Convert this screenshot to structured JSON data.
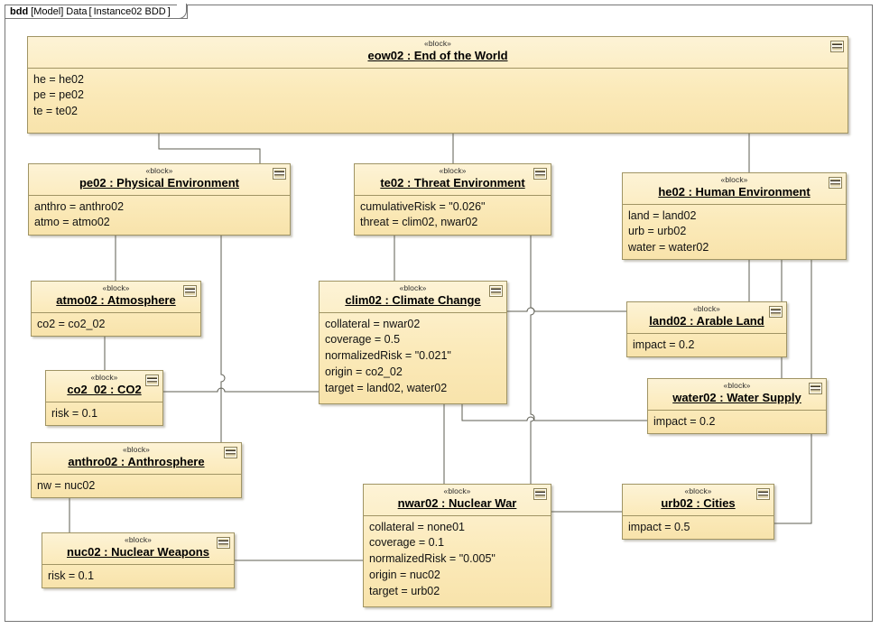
{
  "frame": {
    "keyword": "bdd",
    "package": "[Model] Data",
    "open_bracket": "[",
    "diagram_name": "Instance02 BDD",
    "close_bracket": "]"
  },
  "stereotype": "«block»",
  "icon_name": "block-compartment-icon",
  "colors": {
    "block_fill": "#fbeec4",
    "block_border": "#a09464",
    "connector": "#5c5c52",
    "frame_border": "#767676",
    "canvas": "#ffffff"
  },
  "blocks": [
    {
      "id": "eow02",
      "stereotype": "«block»",
      "title": "eow02 : End of the World",
      "attrs": [
        "he = he02",
        "pe = pe02",
        "te = te02"
      ]
    },
    {
      "id": "pe02",
      "stereotype": "«block»",
      "title": "pe02 : Physical Environment",
      "attrs": [
        "anthro = anthro02",
        "atmo = atmo02"
      ]
    },
    {
      "id": "te02",
      "stereotype": "«block»",
      "title": "te02 : Threat Environment",
      "attrs": [
        "cumulativeRisk = \"0.026\"",
        "threat = clim02, nwar02"
      ]
    },
    {
      "id": "he02",
      "stereotype": "«block»",
      "title": "he02 : Human Environment",
      "attrs": [
        "land = land02",
        "urb = urb02",
        "water = water02"
      ]
    },
    {
      "id": "atmo02",
      "stereotype": "«block»",
      "title": "atmo02 : Atmosphere",
      "attrs": [
        "co2 = co2_02"
      ]
    },
    {
      "id": "clim02",
      "stereotype": "«block»",
      "title": "clim02 : Climate Change",
      "attrs": [
        "collateral = nwar02",
        "coverage = 0.5",
        "normalizedRisk = \"0.021\"",
        "origin = co2_02",
        "target = land02, water02"
      ]
    },
    {
      "id": "land02",
      "stereotype": "«block»",
      "title": "land02 : Arable Land",
      "attrs": [
        "impact = 0.2"
      ]
    },
    {
      "id": "co2_02",
      "stereotype": "«block»",
      "title": "co2_02 : CO2",
      "attrs": [
        "risk = 0.1"
      ]
    },
    {
      "id": "water02",
      "stereotype": "«block»",
      "title": "water02 : Water Supply",
      "attrs": [
        "impact = 0.2"
      ]
    },
    {
      "id": "anthro02",
      "stereotype": "«block»",
      "title": "anthro02 : Anthrosphere",
      "attrs": [
        "nw = nuc02"
      ]
    },
    {
      "id": "nwar02",
      "stereotype": "«block»",
      "title": "nwar02 : Nuclear War",
      "attrs": [
        "collateral = none01",
        "coverage = 0.1",
        "normalizedRisk = \"0.005\"",
        "origin = nuc02",
        "target = urb02"
      ]
    },
    {
      "id": "urb02",
      "stereotype": "«block»",
      "title": "urb02 : Cities",
      "attrs": [
        "impact = 0.5"
      ]
    },
    {
      "id": "nuc02",
      "stereotype": "«block»",
      "title": "nuc02 : Nuclear Weapons",
      "attrs": [
        "risk = 0.1"
      ]
    }
  ],
  "connections": [
    {
      "from": "eow02",
      "to": "pe02"
    },
    {
      "from": "eow02",
      "to": "te02"
    },
    {
      "from": "eow02",
      "to": "he02"
    },
    {
      "from": "pe02",
      "to": "atmo02"
    },
    {
      "from": "pe02",
      "to": "anthro02"
    },
    {
      "from": "te02",
      "to": "clim02"
    },
    {
      "from": "te02",
      "to": "nwar02"
    },
    {
      "from": "he02",
      "to": "land02"
    },
    {
      "from": "he02",
      "to": "water02"
    },
    {
      "from": "he02",
      "to": "urb02"
    },
    {
      "from": "atmo02",
      "to": "co2_02"
    },
    {
      "from": "anthro02",
      "to": "nuc02"
    },
    {
      "from": "co2_02",
      "to": "clim02"
    },
    {
      "from": "clim02",
      "to": "land02"
    },
    {
      "from": "clim02",
      "to": "water02"
    },
    {
      "from": "clim02",
      "to": "nwar02"
    },
    {
      "from": "nuc02",
      "to": "nwar02"
    },
    {
      "from": "nwar02",
      "to": "urb02"
    }
  ]
}
